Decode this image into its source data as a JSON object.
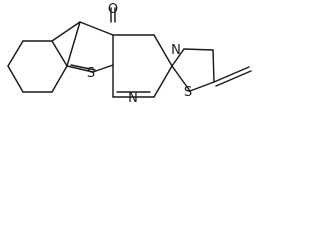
{
  "molecule": {
    "atoms": [
      {
        "id": "O",
        "label": "O"
      },
      {
        "id": "S-thiophene",
        "label": "S"
      },
      {
        "id": "N-ring",
        "label": "N"
      },
      {
        "id": "N-bridge",
        "label": "N"
      },
      {
        "id": "S-thiazole",
        "label": "S"
      }
    ]
  }
}
